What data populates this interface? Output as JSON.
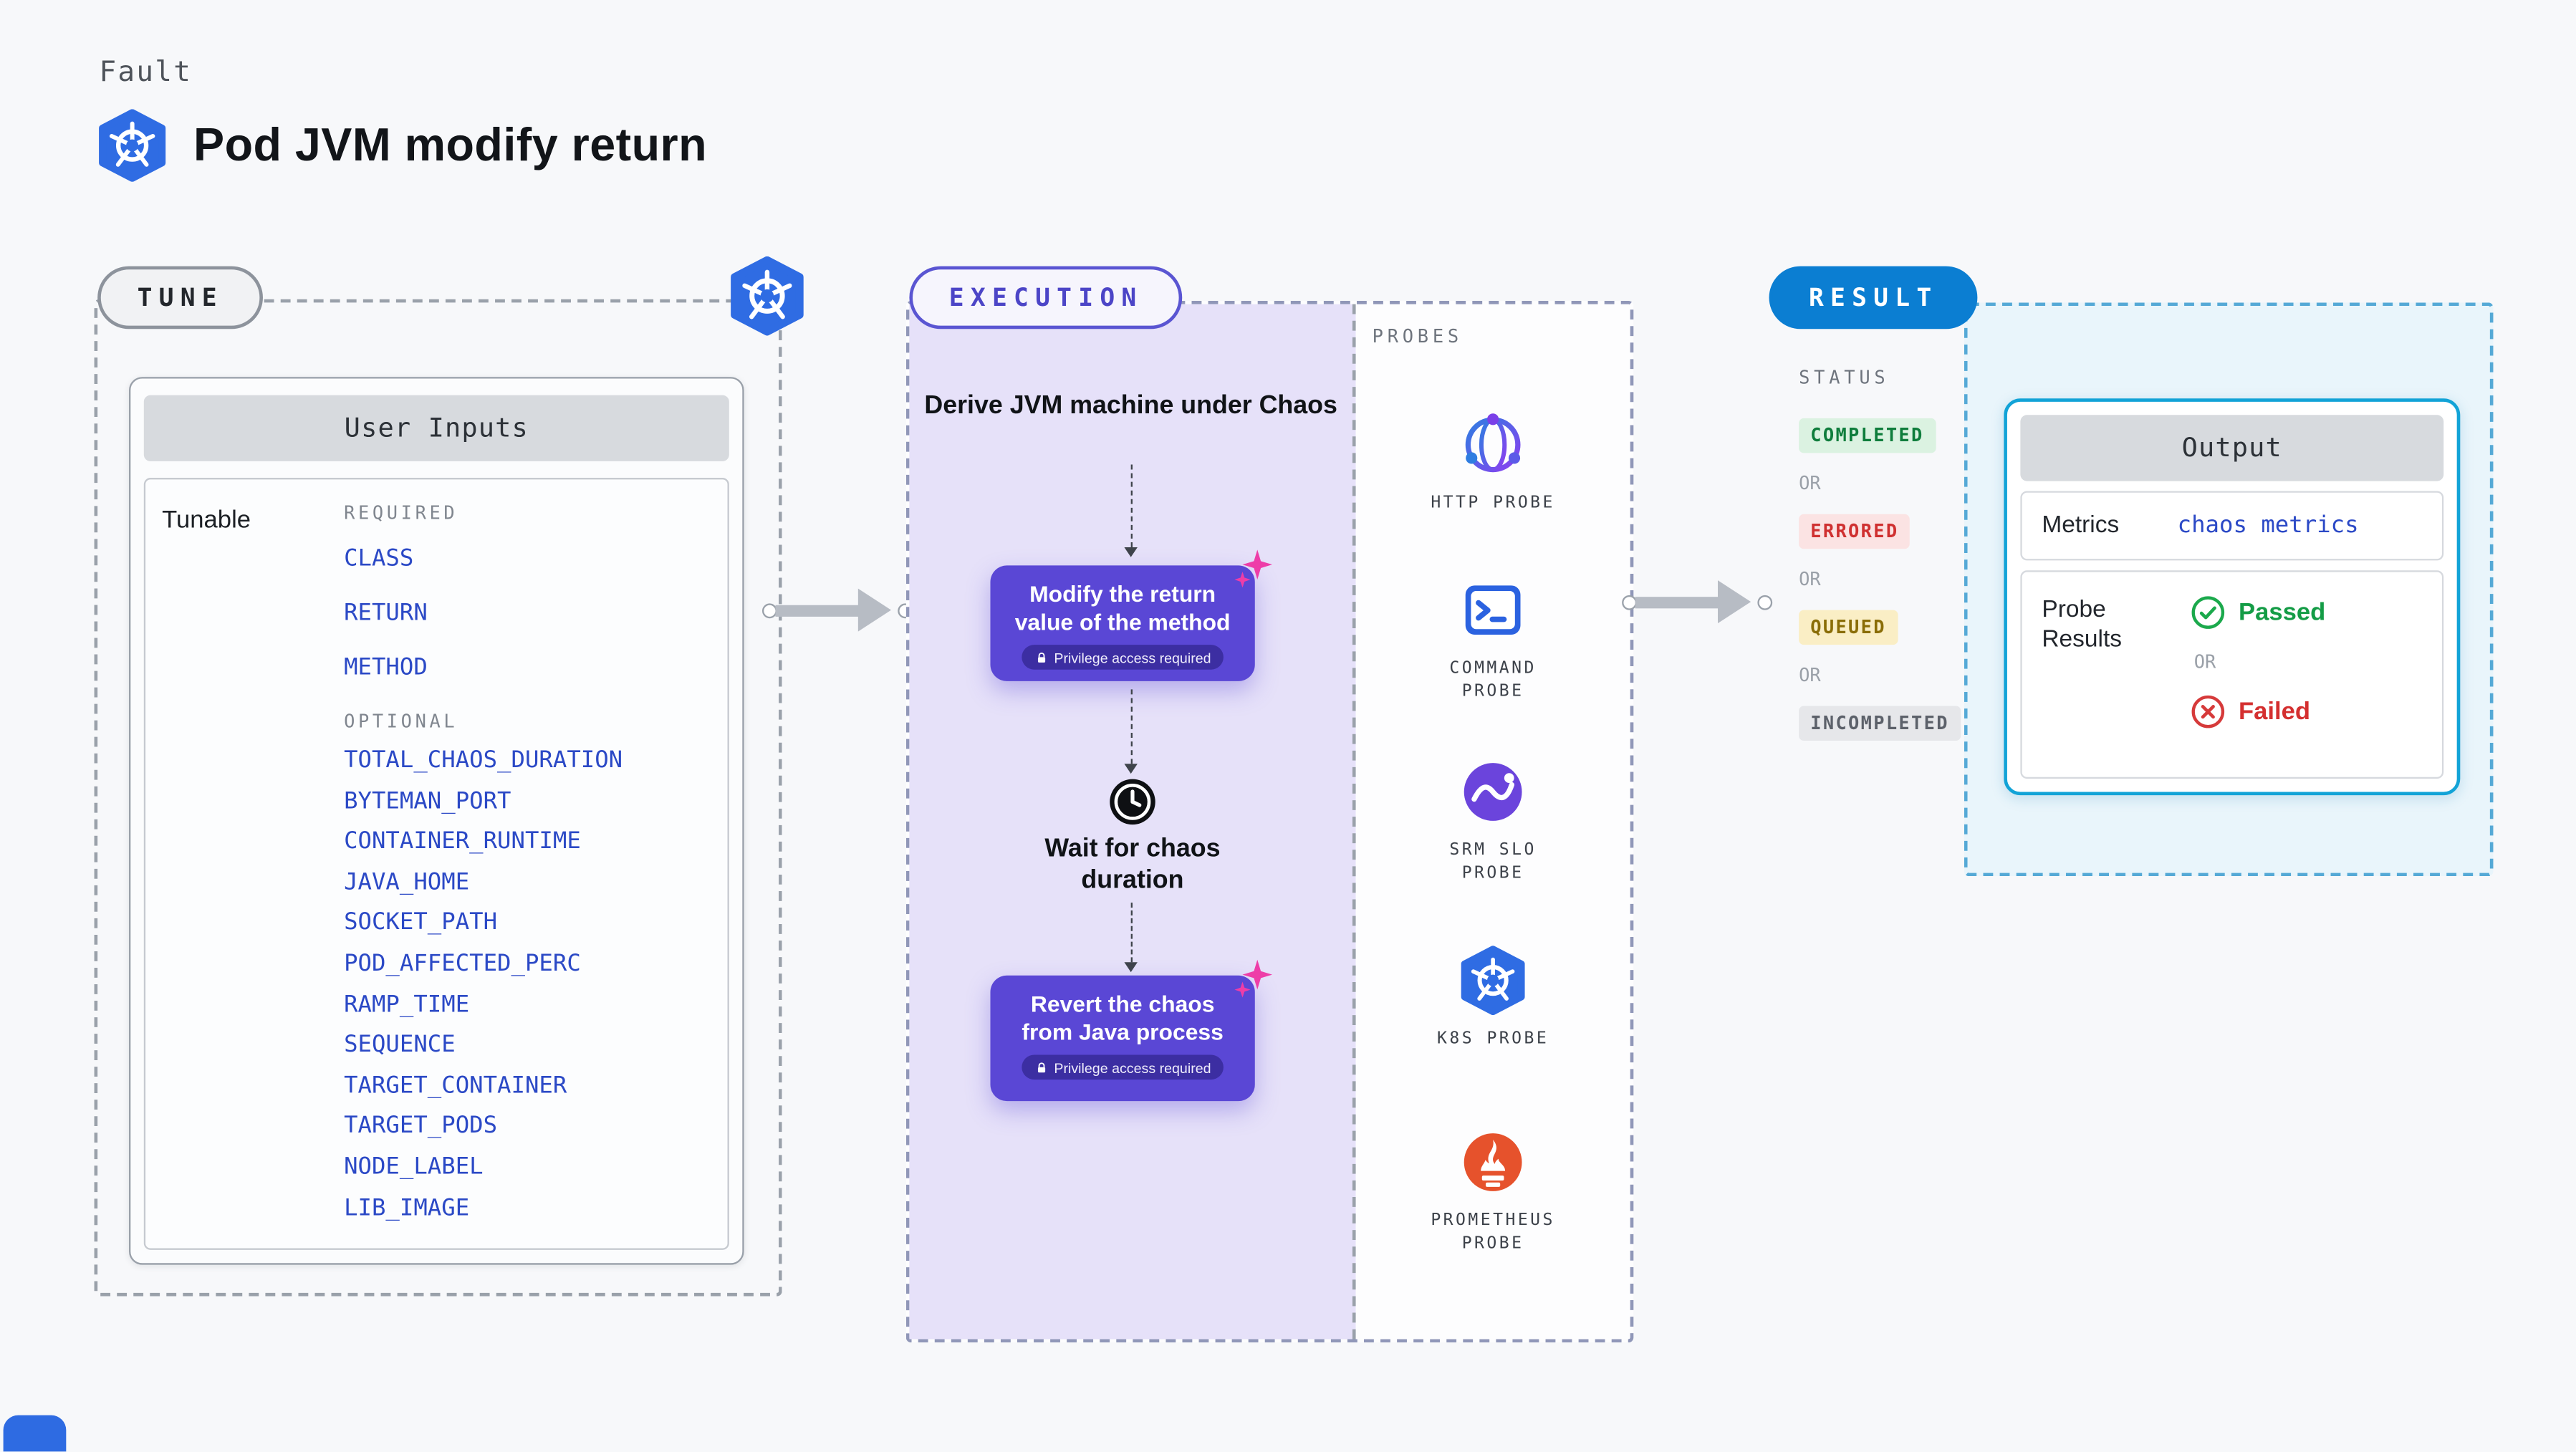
{
  "page": {
    "kicker": "Fault",
    "title": "Pod JVM modify return",
    "header_icon": "kubernetes-icon"
  },
  "tune": {
    "label": "TUNE",
    "corner_icon": "kubernetes-icon",
    "card_title": "User Inputs",
    "tunable_label": "Tunable",
    "required_label": "REQUIRED",
    "required_items": [
      "CLASS",
      "RETURN",
      "METHOD"
    ],
    "optional_label": "OPTIONAL",
    "optional_items": [
      "TOTAL_CHAOS_DURATION",
      "BYTEMAN_PORT",
      "CONTAINER_RUNTIME",
      "JAVA_HOME",
      "SOCKET_PATH",
      "POD_AFFECTED_PERC",
      "RAMP_TIME",
      "SEQUENCE",
      "TARGET_CONTAINER",
      "TARGET_PODS",
      "NODE_LABEL",
      "LIB_IMAGE"
    ]
  },
  "execution": {
    "label": "EXECUTION",
    "derive_text": "Derive JVM machine under Chaos",
    "modify_box": {
      "text": "Modify the return value of the method",
      "badge": "Privilege access required",
      "badge_icon": "lock-icon",
      "corner_icon": "chaos-sparkle-icon"
    },
    "wait_icon": "clock-icon",
    "wait_text": "Wait for chaos duration",
    "revert_box": {
      "text": "Revert the chaos from Java process",
      "badge": "Privilege access required",
      "badge_icon": "lock-icon",
      "corner_icon": "chaos-sparkle-icon"
    }
  },
  "probes": {
    "label": "PROBES",
    "items": [
      {
        "name": "HTTP PROBE",
        "icon": "globe-network-icon"
      },
      {
        "name": "COMMAND PROBE",
        "icon": "terminal-window-icon"
      },
      {
        "name": "SRM SLO PROBE",
        "icon": "slo-graph-icon"
      },
      {
        "name": "K8S PROBE",
        "icon": "kubernetes-icon"
      },
      {
        "name": "PROMETHEUS PROBE",
        "icon": "prometheus-flame-icon"
      }
    ]
  },
  "result": {
    "label": "RESULT",
    "status_label": "STATUS",
    "or_label": "OR",
    "statuses": [
      {
        "label": "COMPLETED",
        "kind": "success"
      },
      {
        "label": "ERRORED",
        "kind": "error"
      },
      {
        "label": "QUEUED",
        "kind": "queued"
      },
      {
        "label": "INCOMPLETED",
        "kind": "neutral"
      }
    ],
    "output": {
      "title": "Output",
      "metrics_label": "Metrics",
      "metrics_value": "chaos metrics",
      "probe_results_label": "Probe Results",
      "passed": {
        "label": "Passed",
        "icon": "check-circle-icon"
      },
      "failed": {
        "label": "Failed",
        "icon": "x-circle-icon"
      }
    }
  },
  "colors": {
    "kubernetes_blue": "#2f6ce3",
    "chaos_purple": "#5a47d5",
    "execution_panel_lavender": "#e6e1f9",
    "link_blue": "#2b49c6",
    "result_pill_blue": "#0b7ed2",
    "output_border_cyan": "#12a3d7",
    "success_green": "#149c46",
    "error_red": "#d42f2f",
    "queued_text": "#8a6d07",
    "sparkle_pink": "#ee3da8",
    "prometheus_orange": "#e6522c",
    "arrow_gray": "#b7bcc4"
  }
}
